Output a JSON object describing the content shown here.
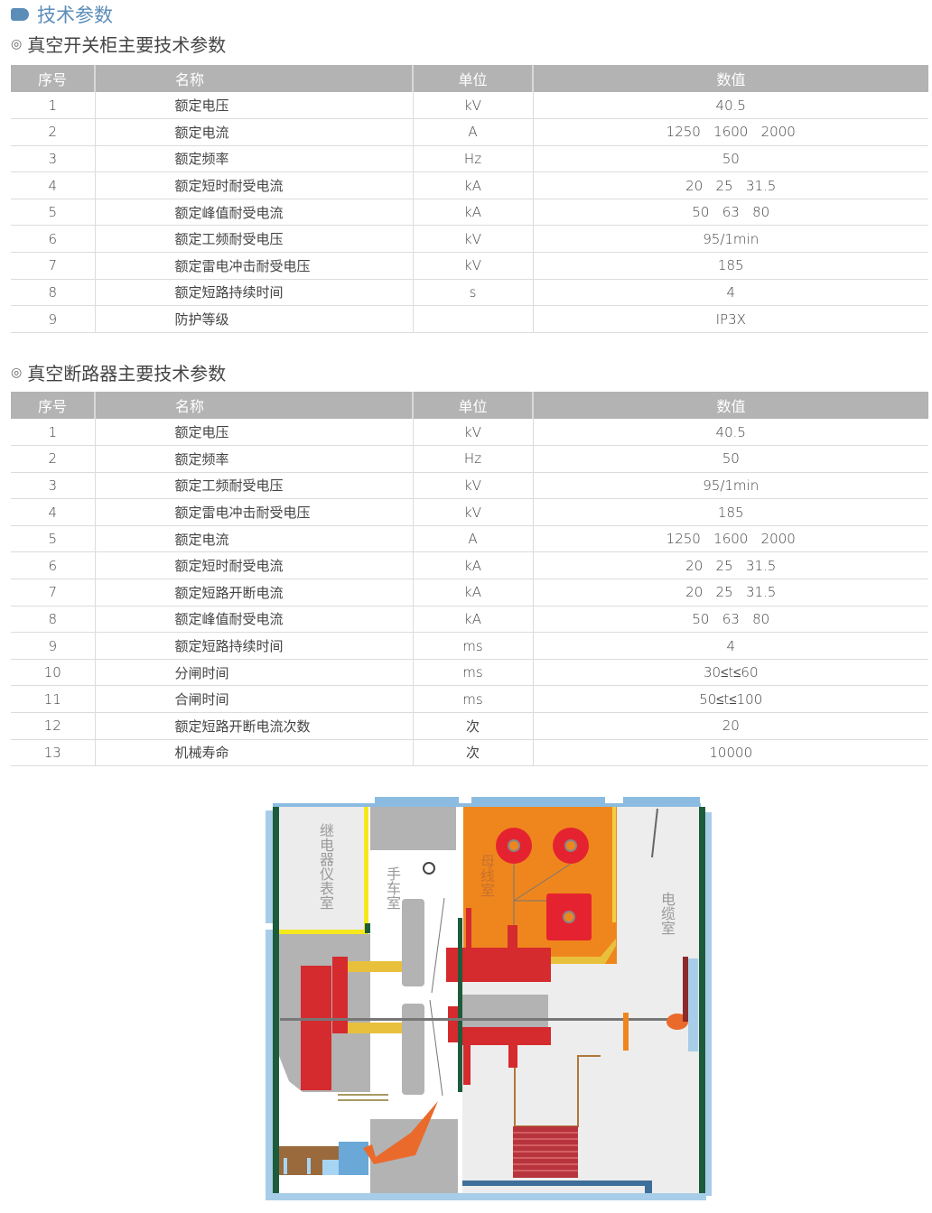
{
  "section_title": "技术参数",
  "table1": {
    "subtitle": "真空开关柜主要技术参数",
    "headers": [
      "序号",
      "名称",
      "单位",
      "数值"
    ],
    "rows": [
      [
        "1",
        "额定电压",
        "kV",
        "40.5"
      ],
      [
        "2",
        "额定电流",
        "A",
        "1250   1600   2000"
      ],
      [
        "3",
        "额定频率",
        "Hz",
        "50"
      ],
      [
        "4",
        "额定短时耐受电流",
        "kA",
        "20   25   31.5"
      ],
      [
        "5",
        "额定峰值耐受电流",
        "kA",
        "50   63   80"
      ],
      [
        "6",
        "额定工频耐受电压",
        "kV",
        "95/1min"
      ],
      [
        "7",
        "额定雷电冲击耐受电压",
        "kV",
        "185"
      ],
      [
        "8",
        "额定短路持续时间",
        "s",
        "4"
      ],
      [
        "9",
        "防护等级",
        "",
        "IP3X"
      ]
    ]
  },
  "table2": {
    "subtitle": "真空断路器主要技术参数",
    "headers": [
      "序号",
      "名称",
      "单位",
      "数值"
    ],
    "rows": [
      [
        "1",
        "额定电压",
        "kV",
        "40.5"
      ],
      [
        "2",
        "额定频率",
        "Hz",
        "50"
      ],
      [
        "3",
        "额定工频耐受电压",
        "kV",
        "95/1min"
      ],
      [
        "4",
        "额定雷电冲击耐受电压",
        "kV",
        "185"
      ],
      [
        "5",
        "额定电流",
        "A",
        "1250   1600   2000"
      ],
      [
        "6",
        "额定短时耐受电流",
        "kA",
        "20   25   31.5"
      ],
      [
        "7",
        "额定短路开断电流",
        "kA",
        "20   25   31.5"
      ],
      [
        "8",
        "额定峰值耐受电流",
        "kA",
        "50   63   80"
      ],
      [
        "9",
        "额定短路持续时间",
        "ms",
        "4"
      ],
      [
        "10",
        "分闸时间",
        "ms",
        "30≤t≤60"
      ],
      [
        "11",
        "合闸时间",
        "ms",
        "50≤t≤100"
      ],
      [
        "12",
        "额定短路开断电流次数",
        "次",
        "20"
      ],
      [
        "13",
        "机械寿命",
        "次",
        "10000"
      ]
    ]
  },
  "diagram": {
    "relay_room": "继电器仪表室",
    "truck_room": "手车室",
    "busbar_room": "母线室",
    "cable_room": "电缆室"
  },
  "colors": {
    "accent": "#5b8db8",
    "header_bg": "#b3b3b3"
  }
}
